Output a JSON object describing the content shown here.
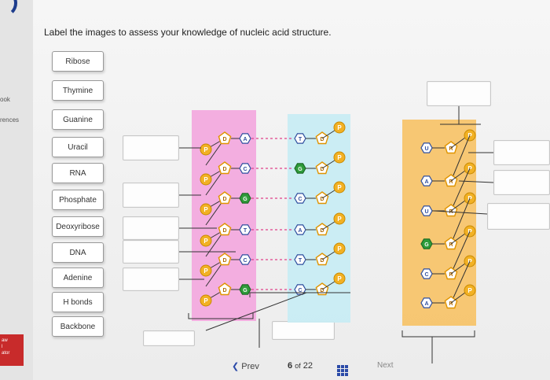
{
  "sidebar": {
    "links": [
      "ook",
      "rences"
    ],
    "badge_lines": [
      "aw",
      "l",
      "ator"
    ]
  },
  "instruction": "Label the images to assess your knowledge of nucleic acid structure.",
  "labels": [
    "Ribose",
    "Thymine",
    "Guanine",
    "Uracil",
    "RNA",
    "Phosphate",
    "Deoxyribose",
    "DNA",
    "Adenine",
    "H bonds",
    "Backbone"
  ],
  "dna_diagram": {
    "phosphate_symbol": "P",
    "sugar_symbol": "D",
    "left_bases": [
      "A",
      "C",
      "G",
      "T",
      "C",
      "G"
    ],
    "right_bases": [
      "T",
      "G",
      "C",
      "A",
      "T",
      "C"
    ]
  },
  "rna_diagram": {
    "phosphate_symbol": "P",
    "sugar_symbol": "R",
    "bases": [
      "U",
      "A",
      "U",
      "G",
      "C",
      "A"
    ]
  },
  "footer": {
    "prev_label": "Prev",
    "page_current": "6",
    "page_of": "of",
    "page_total": "22",
    "next_label": "Next"
  },
  "colors": {
    "dna_left_band": "#f3a6de",
    "dna_right_band": "#c8ecf3",
    "rna_band": "#f7c46b",
    "phosphate": "#f2b124",
    "sugar_outline": "#e09400",
    "base_outline": "#2f4f9f",
    "green_base": "#2f9c3a"
  }
}
